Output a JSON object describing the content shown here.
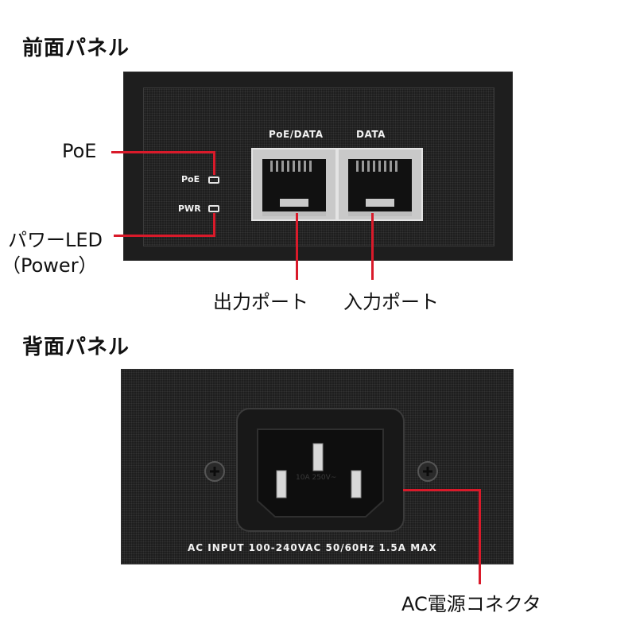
{
  "front": {
    "title": "前面パネル",
    "port_labels": {
      "poe_data": "PoE/DATA",
      "data": "DATA"
    },
    "led_labels": {
      "poe": "PoE",
      "pwr": "PWR"
    },
    "callouts": {
      "poe": "PoE",
      "power_led_line1": "パワーLED",
      "power_led_line2": "（Power）",
      "output_port": "出力ポート",
      "input_port": "入力ポート"
    }
  },
  "back": {
    "title": "背面パネル",
    "ac_input": "AC INPUT 100-240VAC 50/60Hz 1.5A MAX",
    "inlet_marking": "10A 250V~",
    "callouts": {
      "ac_connector": "AC電源コネクタ"
    }
  },
  "colors": {
    "callout_line": "#d91a2a",
    "panel": "#1e1e1e"
  }
}
